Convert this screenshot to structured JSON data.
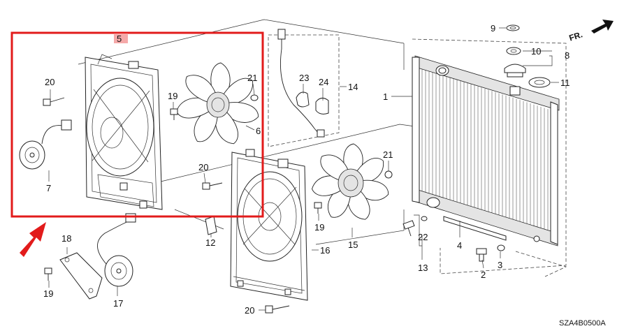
{
  "diagram": {
    "direction_label": "FR.",
    "diagram_code": "SZA4B0500A",
    "highlight_color": "#e21b1b",
    "highlight_tag_color": "#f5a9a9",
    "callouts": {
      "c1": "1",
      "c2": "2",
      "c3": "3",
      "c4": "4",
      "c5": "5",
      "c6": "6",
      "c7": "7",
      "c8": "8",
      "c9": "9",
      "c10": "10",
      "c11": "11",
      "c12": "12",
      "c13": "13",
      "c14": "14",
      "c15": "15",
      "c16": "16",
      "c17": "17",
      "c18": "18",
      "c19a": "19",
      "c19b": "19",
      "c19c": "19",
      "c20a": "20",
      "c20b": "20",
      "c20c": "20",
      "c21a": "21",
      "c21b": "21",
      "c22": "22",
      "c23": "23",
      "c24": "24"
    }
  }
}
